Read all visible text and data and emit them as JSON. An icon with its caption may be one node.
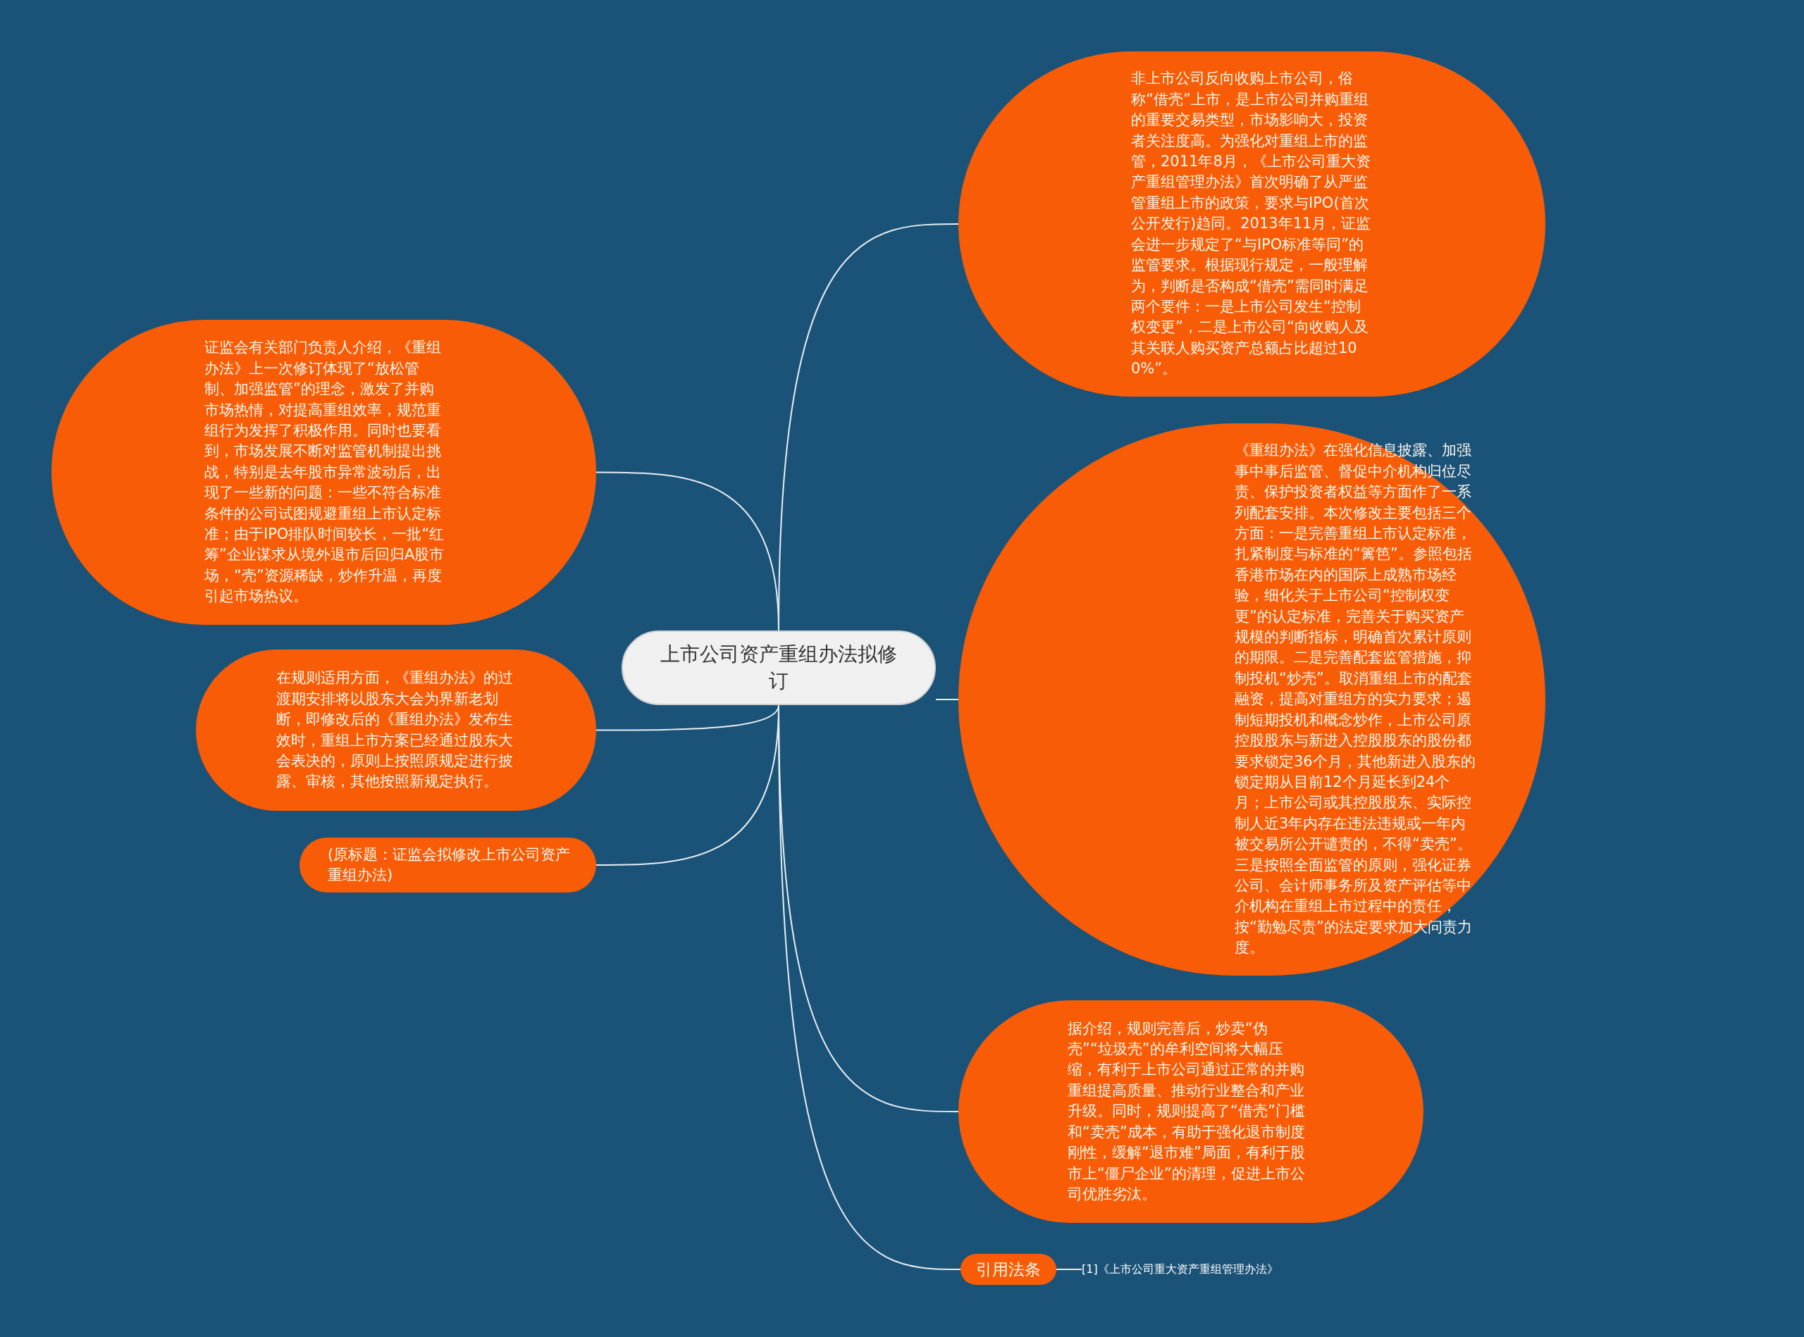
{
  "diagram": {
    "nodes": [
      {
        "text": [
          "上市公司资产重组办法拟修订"
        ]
      },
      {
        "text": [
          "非上市公司反向收购上市公司，俗称“借壳”上市，是上市公司并购重组的重要交易类型，市场影响大，投资者关注度高。为强化对重组上市的监管，2011年8月，《上市公司重大资产重组管理办法》首次明确了从严监管重组上市的政策，要求与IPO(首次公开发行)趋同。2013年11月，证监会进一步规定了“与IPO标准等同”的监管要求。根据现行规定，一般理解为，判断是否构成“借壳”需同时满足两个要件：一是上市公司发生“控制权变更”，二是上市公司“向收购人及其关联人购买资产总额占比超过100%”。"
        ]
      },
      {
        "text": [
          "《重组办法》在强化信息披露、加强事中事后监管、督促中介机构归位尽责、保护投资者权益等方面作了一系列配套安排。本次修改主要包括三个方面：一是完善重组上市认定标准，扎紧制度与标准的“篱笆”。参照包括香港市场在内的国际上成熟市场经验，细化关于上市公司“控制权变更”的认定标准，完善关于购买资产规模的判断指标，明确首次累计原则的期限。二是完善配套监管措施，抑制投机“炒壳”。取消重组上市的配套融资，提高对重组方的实力要求；遏制短期投机和概念炒作，上市公司原控股股东与新进入控股股东的股份都要求锁定36个月，其他新进入股东的锁定期从目前12个月延长到24个月；上市公司或其控股股东、实际控制人近3年内存在违法违规或一年内被交易所公开谴责的，不得“卖壳”。三是按照全面监管的原则，强化证券公司、会计师事务所及资产评估等中介机构在重组上市过程中的责任，按“勤勉尽责”的法定要求加大问责力度。"
        ]
      },
      {
        "text": [
          "据介绍，规则完善后，炒卖“伪壳”“垃圾壳”的牟利空间将大幅压缩，有利于上市公司通过正常的并购重组提高质量、推动行业整合和产业升级。同时，规则提高了“借壳”门槛和“卖壳”成本，有助于强化退市制度刚性，缓解“退市难”局面，有利于股市上“僵尸企业”的清理，促进上市公司优胜劣汰。"
        ]
      },
      {
        "text": [
          "引用法条"
        ]
      },
      {
        "text": [
          "[1]《上市公司重大资产重组管理办法》"
        ]
      },
      {
        "text": [
          "证监会有关部门负责人介绍，《重组办法》上一次修订体现了“放松管制、加强监管”的理念，激发了并购市场热情，对提高重组效率，规范重组行为发挥了积极作用。同时也要看到，市场发展不断对监管机制提出挑战，特别是去年股市异常波动后，出现了一些新的问题：一些不符合标准条件的公司试图规避重组上市认定标准；由于IPO排队时间较长，一批“红筹”企业谋求从境外退市后回归A股市场，“壳”资源稀缺，炒作升温，再度引起市场热议。"
        ]
      },
      {
        "text": [
          "在规则适用方面，《重组办法》的过渡期安排将以股东大会为界新老划断，即修改后的《重组办法》发布生效时，重组上市方案已经通过股东大会表决的，原则上按照原规定进行披露、审核，其他按照新规定执行。"
        ]
      },
      {
        "text": [
          "(原标题：证监会拟修改上市公司资产重组办法)"
        ]
      }
    ],
    "edges": [
      {
        "from": 0,
        "to": 1,
        "arrow": "none"
      },
      {
        "from": 0,
        "to": 2,
        "arrow": "none"
      },
      {
        "from": 0,
        "to": 3,
        "arrow": "none"
      },
      {
        "from": 0,
        "to": 4,
        "arrow": "none"
      },
      {
        "from": 4,
        "to": 5,
        "arrow": "none"
      },
      {
        "from": 0,
        "to": 6,
        "arrow": "none"
      },
      {
        "from": 0,
        "to": 7,
        "arrow": "none"
      },
      {
        "from": 0,
        "to": 8,
        "arrow": "none"
      }
    ]
  }
}
